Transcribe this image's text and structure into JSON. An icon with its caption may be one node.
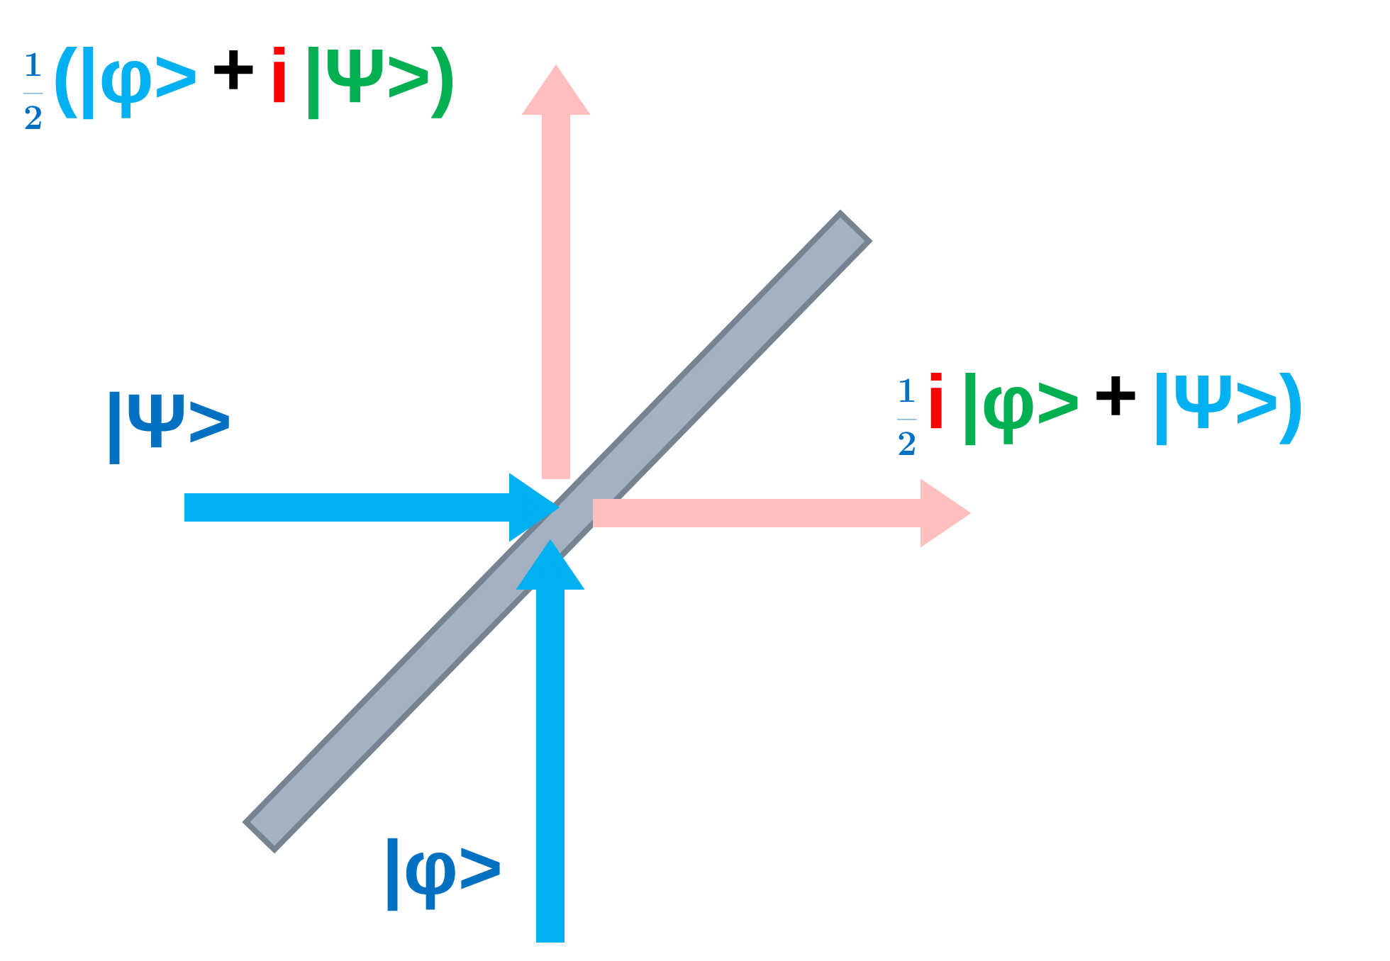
{
  "diagram": {
    "nodes": [
      {
        "text": [],
        "shape": "bar"
      },
      {
        "text": [
          "|Ψ>"
        ]
      },
      {
        "text": [
          "|φ>"
        ]
      },
      {
        "text": [
          "\\frac{\\mathbf{1}}{\\mathbf{2}}",
          "(|φ>",
          "+",
          "i",
          "|Ψ>)"
        ]
      },
      {
        "text": [
          "\\frac{\\mathbf{1}}{\\mathbf{2}}",
          "i",
          "|φ>",
          "+",
          "|Ψ>)"
        ]
      }
    ],
    "edges": [
      {
        "from": 1,
        "to": 0,
        "arrow": "to",
        "color": "#00b0f0"
      },
      {
        "from": 2,
        "to": 0,
        "arrow": "to",
        "color": "#00b0f0"
      },
      {
        "from": 0,
        "to": 3,
        "arrow": "to",
        "color": "#ffbfbf"
      },
      {
        "from": 0,
        "to": 4,
        "arrow": "to",
        "color": "#ffbfbf"
      }
    ]
  }
}
